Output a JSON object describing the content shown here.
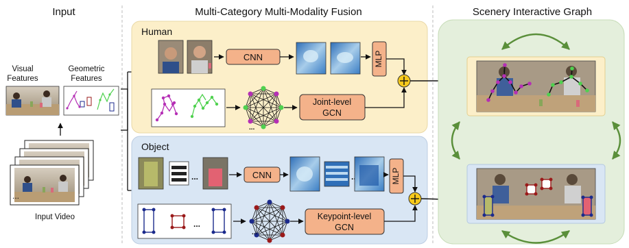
{
  "sections": {
    "input_title": "Input",
    "fusion_title": "Multi-Category Multi-Modality Fusion",
    "graph_title": "Scenery Interactive Graph"
  },
  "input": {
    "visual_line1": "Visual",
    "visual_line2": "Features",
    "geometric_line1": "Geometric",
    "geometric_line2": "Features",
    "video_label": "Input Video"
  },
  "human": {
    "title": "Human",
    "cnn": "CNN",
    "mlp": "MLP",
    "gcn_line1": "Joint-level",
    "gcn_line2": "GCN"
  },
  "object": {
    "title": "Object",
    "cnn": "CNN",
    "mlp": "MLP",
    "gcn_line1": "Keypoint-level",
    "gcn_line2": "GCN"
  },
  "symbols": {
    "ellipsis": "...",
    "plus": "+"
  },
  "colors": {
    "human_panel": "#fcefc9",
    "object_panel": "#d9e6f4",
    "graph_panel": "#e4efdc",
    "module_fill": "#f4b28a",
    "arrow_green": "#5a8f3a",
    "joint_purple": "#b52fb5",
    "joint_green": "#4fd14f",
    "keypoint_blue": "#1b2a8c",
    "keypoint_red": "#9a1a1a",
    "fusion_yellow": "#f6c91c"
  }
}
